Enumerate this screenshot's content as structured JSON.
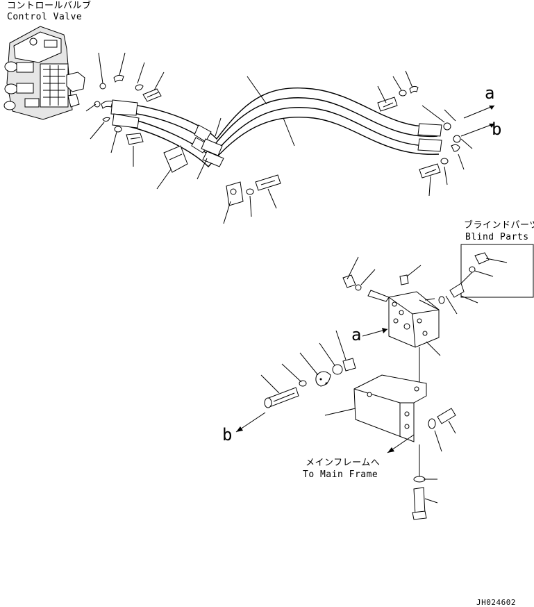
{
  "labels": {
    "control_valve_jp": "コントロールバルブ",
    "control_valve_en": "Control Valve",
    "blind_parts_jp": "ブラインドパーツ",
    "blind_parts_en": "Blind Parts",
    "main_frame_jp": "メインフレームへ",
    "main_frame_en": "To Main Frame",
    "drawing_no": "JH024602"
  },
  "connectors": {
    "a": "a",
    "b": "b"
  }
}
